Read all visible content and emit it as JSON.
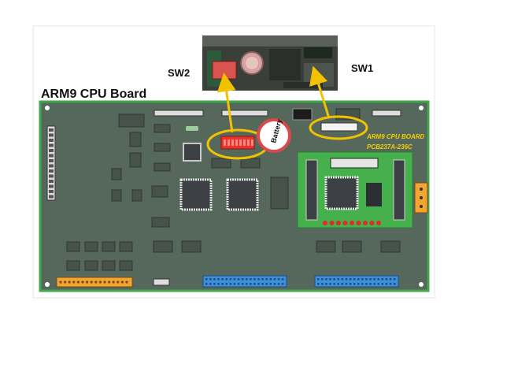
{
  "figure": {
    "title": "ARM9 CPU Board",
    "callouts": [
      {
        "label": "SW2"
      },
      {
        "label": "SW1"
      }
    ],
    "battery_label": "Battery",
    "board_silkscreen": {
      "line1": "ARM9 CPU BOARD",
      "line2": "PCB237A-236C"
    },
    "colors": {
      "board": "#56675b",
      "board_border": "#3ea84a",
      "highlight_ring": "#f2c200",
      "arrow": "#f2c200",
      "dip_switch": "#e8322a",
      "expansion_board": "#46b04d",
      "header_blue": "#3d8fd8",
      "header_orange": "#f4a531"
    }
  }
}
